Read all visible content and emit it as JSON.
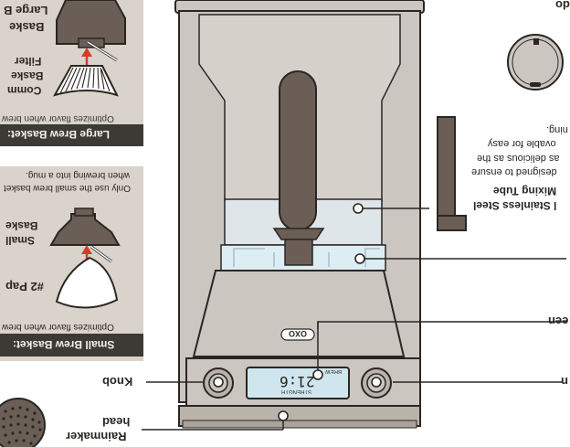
{
  "colors": {
    "panel": "#d9d3cb",
    "banner": "#3d3935",
    "machine_body": "#cbc6bf",
    "machine_dark": "#b9b3ab",
    "tube": "#6b5e56",
    "outline": "#2a2622",
    "display": "#cfe6ef",
    "accent_red": "#d63a2a"
  },
  "large_basket": {
    "label_1": "Large B",
    "label_2": "Baske",
    "common_1": "Comm",
    "common_2": "Baske",
    "common_3": "Filter",
    "banner": "Large Brew Basket:",
    "desc": "Optimizes flavor when brew"
  },
  "small_basket": {
    "note_1": "Only use the small brew basket",
    "note_2": "when brewing into a mug.",
    "label_1": "Small",
    "label_2": "Baske",
    "paper": "#2 Pap",
    "banner": "Small Brew Basket:",
    "desc": "Optimizes flavor when brew"
  },
  "labels": {
    "knob": "Knob",
    "rainmaker_1": "Rainmaker",
    "rainmaker_2": "head",
    "right_top": "do",
    "tube_title_1": "l Stainless Steel",
    "tube_title_2": "Mixing Tube",
    "tube_desc_1": "designed to ensure",
    "tube_desc_2": "as delicious as the",
    "tube_desc_3": "ovable for easy",
    "tube_desc_4": "ning.",
    "screen": "een",
    "right_knob": "n"
  },
  "machine": {
    "logo": "OXO",
    "display_time": "21:6",
    "display_small": "BREW",
    "display_sub": "STRENGTH"
  }
}
